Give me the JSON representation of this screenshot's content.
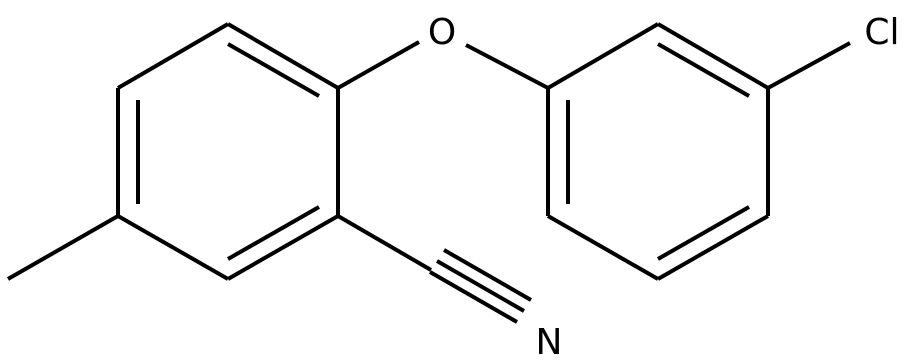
{
  "molecule": {
    "atoms": {
      "oxygen": "O",
      "chlorine": "Cl",
      "nitrogen": "N"
    },
    "colors": {
      "bond": "#000000",
      "label": "#000000",
      "background": "#ffffff"
    }
  }
}
